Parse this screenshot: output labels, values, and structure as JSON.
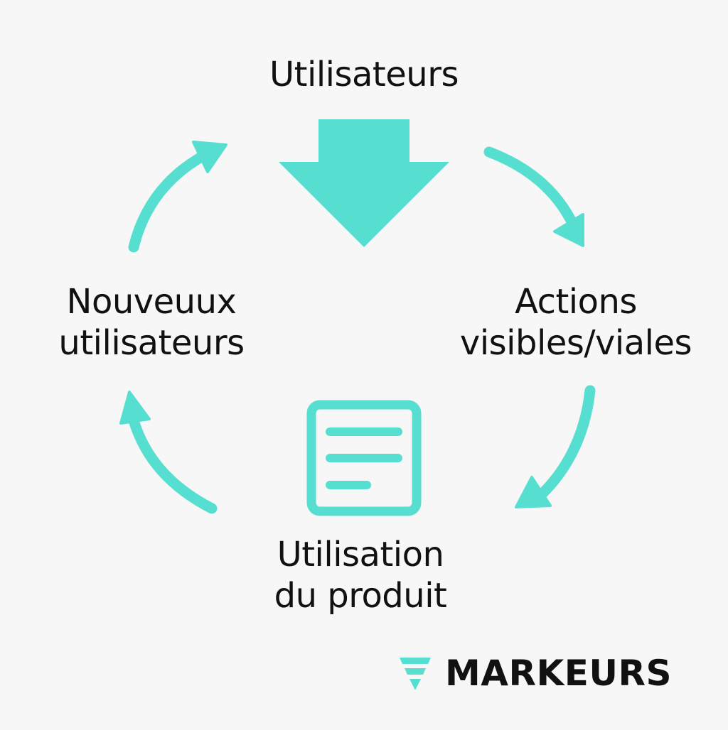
{
  "colors": {
    "accent": "#56dfd0",
    "text": "#111111",
    "background": "#f7f7f7"
  },
  "nodes": {
    "top": {
      "lines": [
        "Utilisateurs"
      ]
    },
    "right": {
      "lines": [
        "Actions",
        "visibles/viales"
      ]
    },
    "bottom": {
      "lines": [
        "Utilisation",
        "du produit"
      ]
    },
    "left": {
      "lines": [
        "Nouveuux",
        "utilisateurs"
      ]
    }
  },
  "icons": {
    "center": "down-arrow-icon",
    "product": "document-icon",
    "logo": "funnel-icon"
  },
  "logo": {
    "name": "MARKEURS"
  }
}
